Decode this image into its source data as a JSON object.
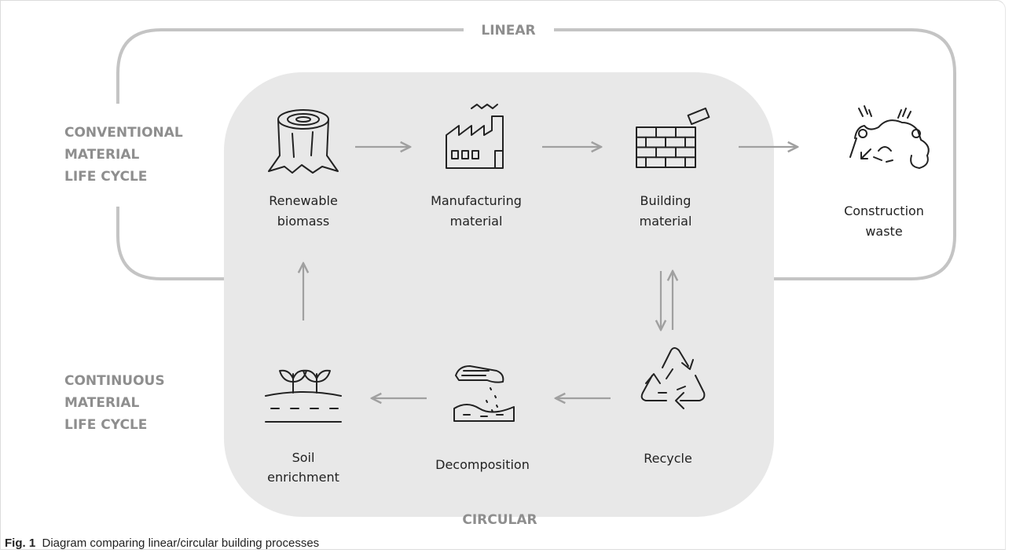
{
  "title_top": "LINEAR",
  "title_bottom": "CIRCULAR",
  "side_labels": {
    "conventional": [
      "CONVENTIONAL",
      "MATERIAL",
      "LIFE CYCLE"
    ],
    "continuous": [
      "CONTINUOUS",
      "MATERIAL",
      "LIFE CYCLE"
    ]
  },
  "nodes": {
    "renewable_biomass": [
      "Renewable",
      "biomass"
    ],
    "manufacturing_material": [
      "Manufacturing",
      "material"
    ],
    "building_material": [
      "Building",
      "material"
    ],
    "construction_waste": [
      "Construction",
      "waste"
    ],
    "recycle": [
      "Recycle"
    ],
    "decomposition": [
      "Decomposition"
    ],
    "soil_enrichment": [
      "Soil",
      "enrichment"
    ]
  },
  "icons": {
    "renewable_biomass": "tree-stump-icon",
    "manufacturing_material": "factory-icon",
    "building_material": "brick-wall-icon",
    "construction_waste": "waste-pile-icon",
    "recycle": "recycle-icon",
    "decomposition": "decomposition-icon",
    "soil_enrichment": "sprouts-icon"
  },
  "caption": {
    "label": "Fig. 1",
    "text": "Diagram comparing linear/circular building processes"
  },
  "colors": {
    "circular_fill": "#e8e8e8",
    "outline": "#c4c4c4",
    "arrow": "#a0a0a0",
    "icon": "#222222"
  }
}
